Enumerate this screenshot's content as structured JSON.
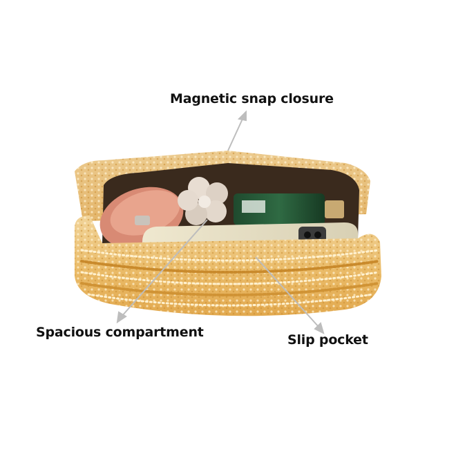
{
  "callouts": {
    "magnetic": "Magnetic snap closure",
    "spacious": "Spacious compartment",
    "slip": "Slip pocket"
  },
  "colors": {
    "bag_gold": "#e9b864",
    "bag_light": "#f3d9a4",
    "lining": "#3a2a1d",
    "arrow": "#bdbdbd"
  }
}
